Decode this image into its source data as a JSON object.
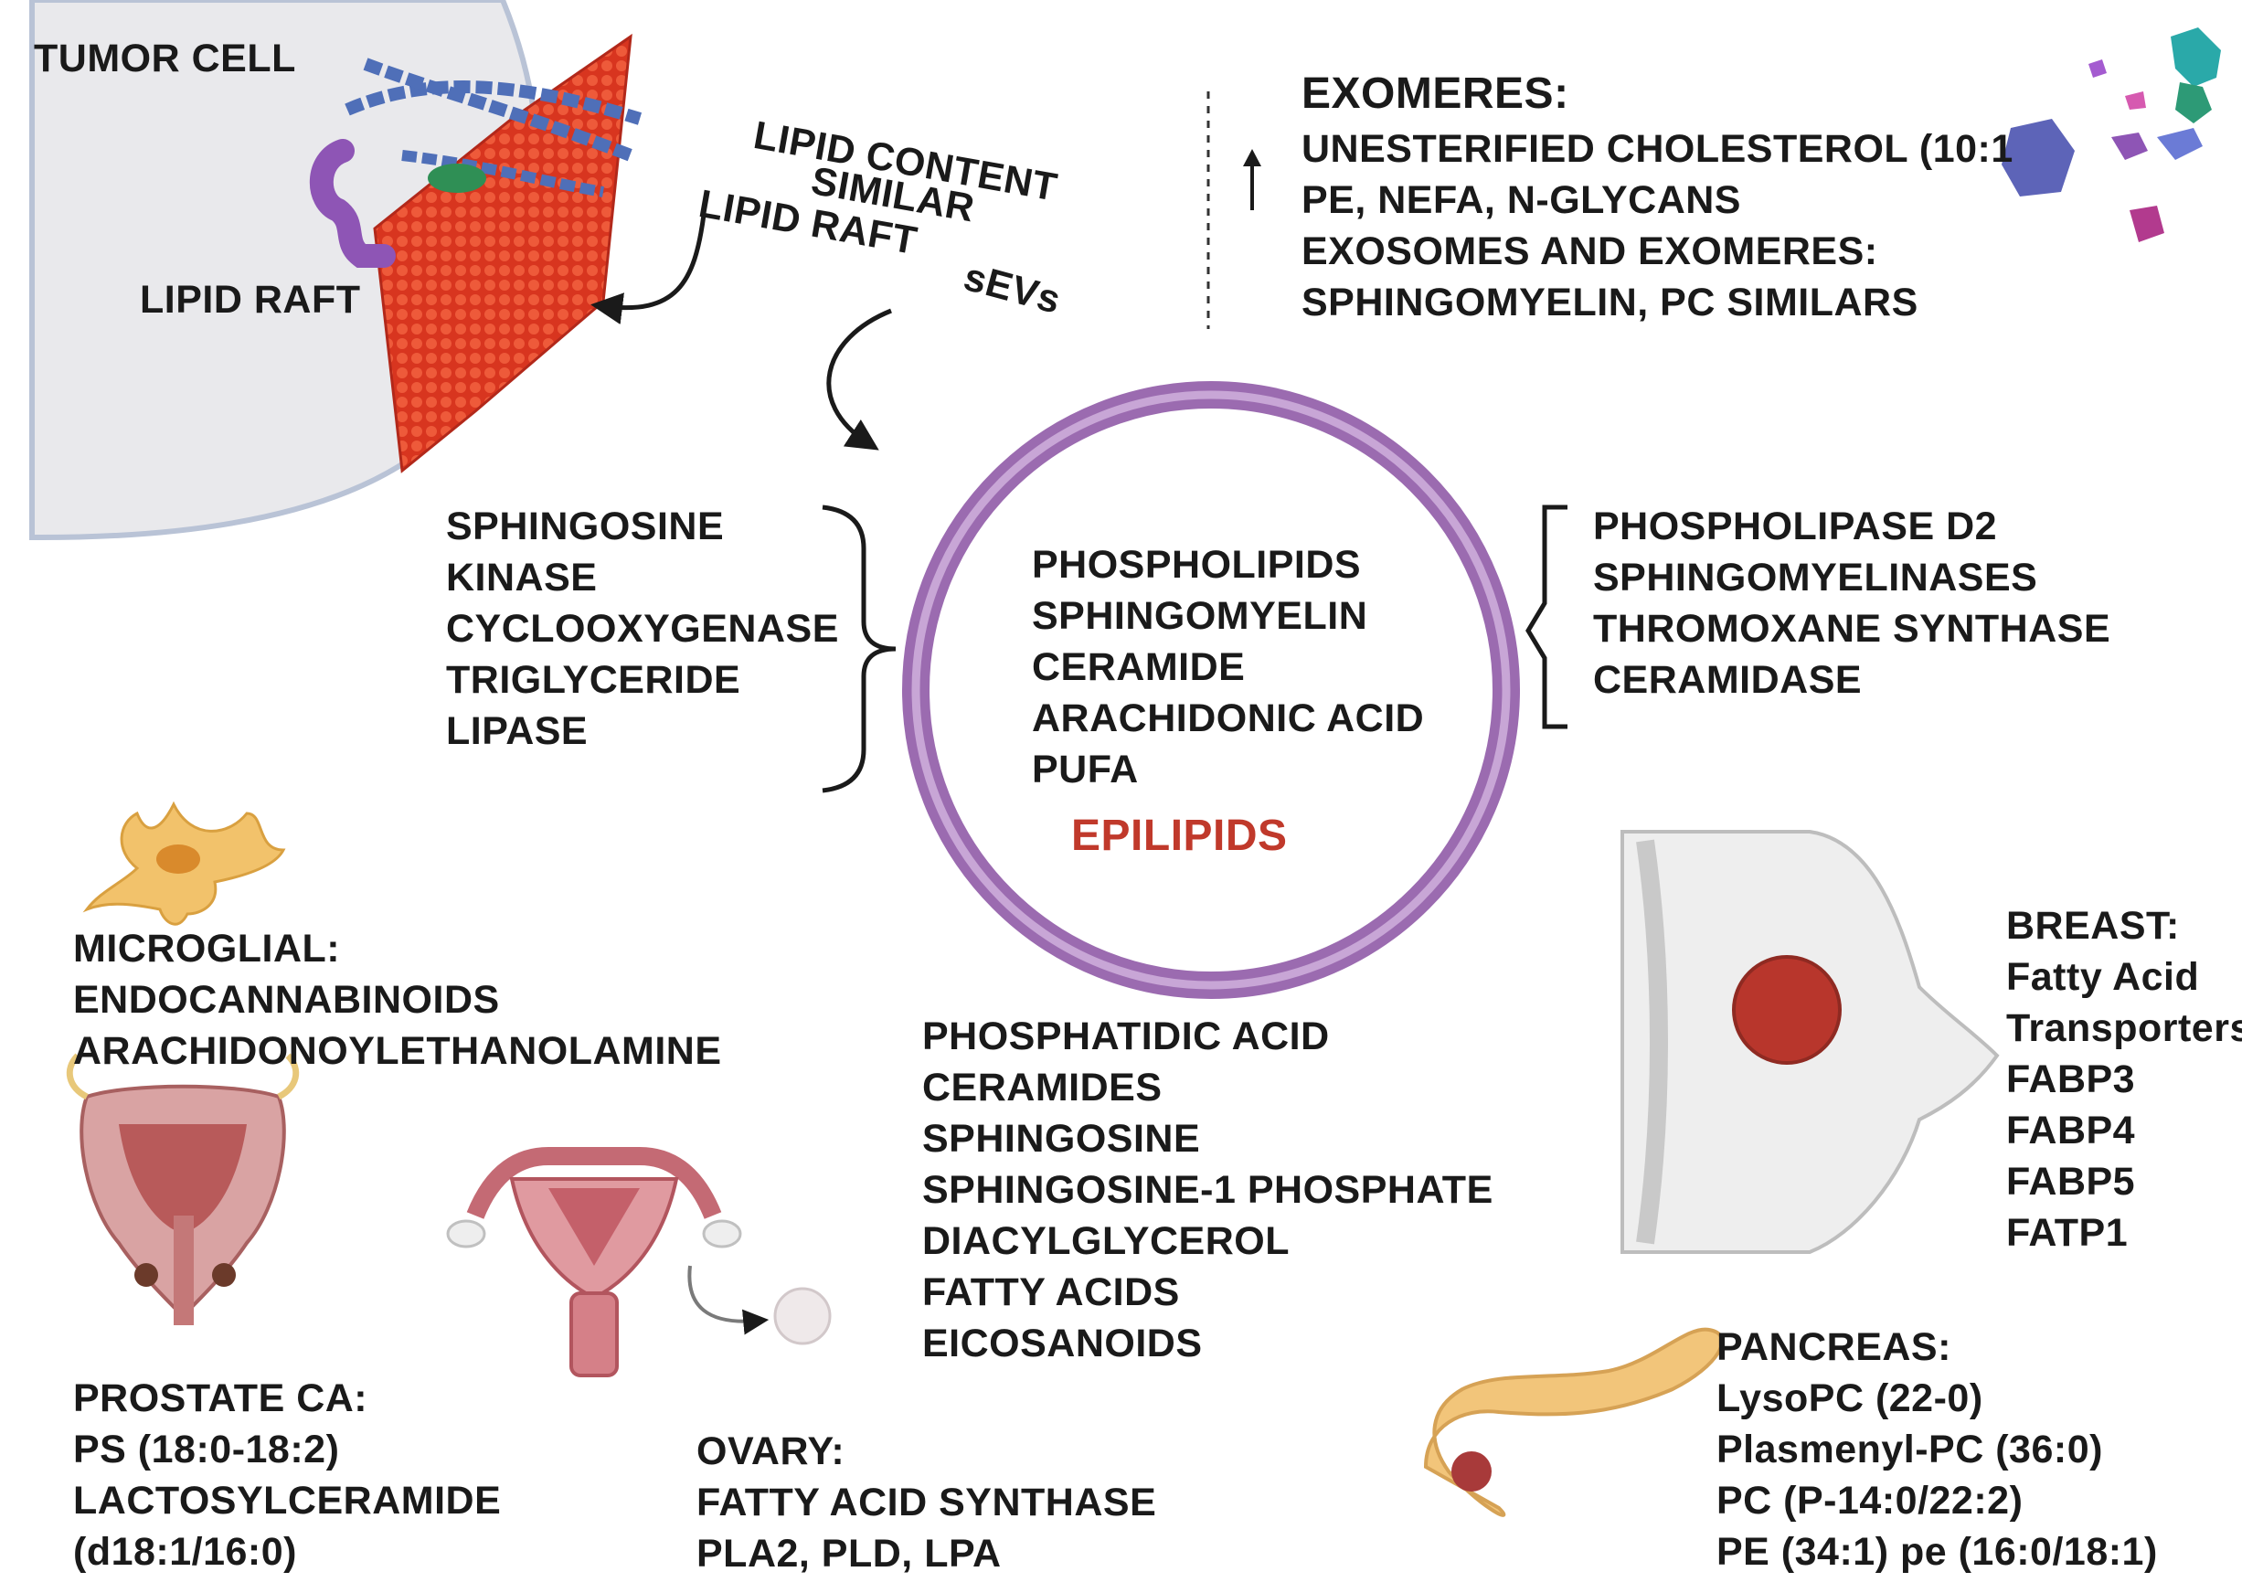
{
  "tumor_cell": {
    "title": "TUMOR CELL",
    "raft_label": "LIPID RAFT"
  },
  "arrow_labels": {
    "lipid_content": "LIPID CONTENT",
    "similar": "SIMILAR",
    "lipid_raft": "LIPID RAFT",
    "sevs": "sEVs"
  },
  "exomeres": {
    "title": "EXOMERES:",
    "lines": [
      "UNESTERIFIED CHOLESTEROL (10:1",
      "PE, NEFA, N-GLYCANS",
      "EXOSOMES AND EXOMERES:",
      "SPHINGOMYELIN, PC SIMILARS"
    ]
  },
  "left_enzymes": [
    "SPHINGOSINE",
    "KINASE",
    "CYCLOOXYGENASE",
    "TRIGLYCERIDE",
    "LIPASE"
  ],
  "center_lipids": [
    "PHOSPHOLIPIDS",
    "SPHINGOMYELIN",
    "CERAMIDE",
    "ARACHIDONIC ACID",
    "PUFA"
  ],
  "center_title": "EPILIPIDS",
  "right_enzymes": [
    "PHOSPHOLIPASE D2",
    "SPHINGOMYELINASES",
    "THROMOXANE SYNTHASE",
    "CERAMIDASE"
  ],
  "bottom_lipids": [
    "PHOSPHATIDIC ACID",
    "CERAMIDES",
    "SPHINGOSINE",
    "SPHINGOSINE-1 PHOSPHATE",
    "DIACYLGLYCEROL",
    "FATTY ACIDS",
    "EICOSANOIDS"
  ],
  "microglial": {
    "title": "MICROGLIAL:",
    "lines": [
      "ENDOCANNABINOIDS",
      "ARACHIDONOYLETHANOLAMINE"
    ]
  },
  "prostate": {
    "title": "PROSTATE CA:",
    "lines": [
      "PS (18:0-18:2)",
      "LACTOSYLCERAMIDE",
      "(d18:1/16:0)"
    ]
  },
  "ovary": {
    "title": "OVARY:",
    "lines": [
      "FATTY ACID SYNTHASE",
      "PLA2, PLD, LPA"
    ]
  },
  "breast": {
    "title": "BREAST:",
    "lines": [
      "Fatty Acid",
      "Transporters",
      "FABP3",
      "FABP4",
      "FABP5",
      "FATP1"
    ]
  },
  "pancreas": {
    "title": "PANCREAS:",
    "lines": [
      "LysoPC (22-0)",
      "Plasmenyl-PC (36:0)",
      "PC (P-14:0/22:2)",
      "PE (34:1) pe (16:0/18:1)"
    ]
  },
  "colors": {
    "ring": "#9b6bb0",
    "ring_inner": "#c8a6d6",
    "epilipids": "#c0392b",
    "membrane": "#e0452a",
    "cell": "#e9e9ec"
  }
}
